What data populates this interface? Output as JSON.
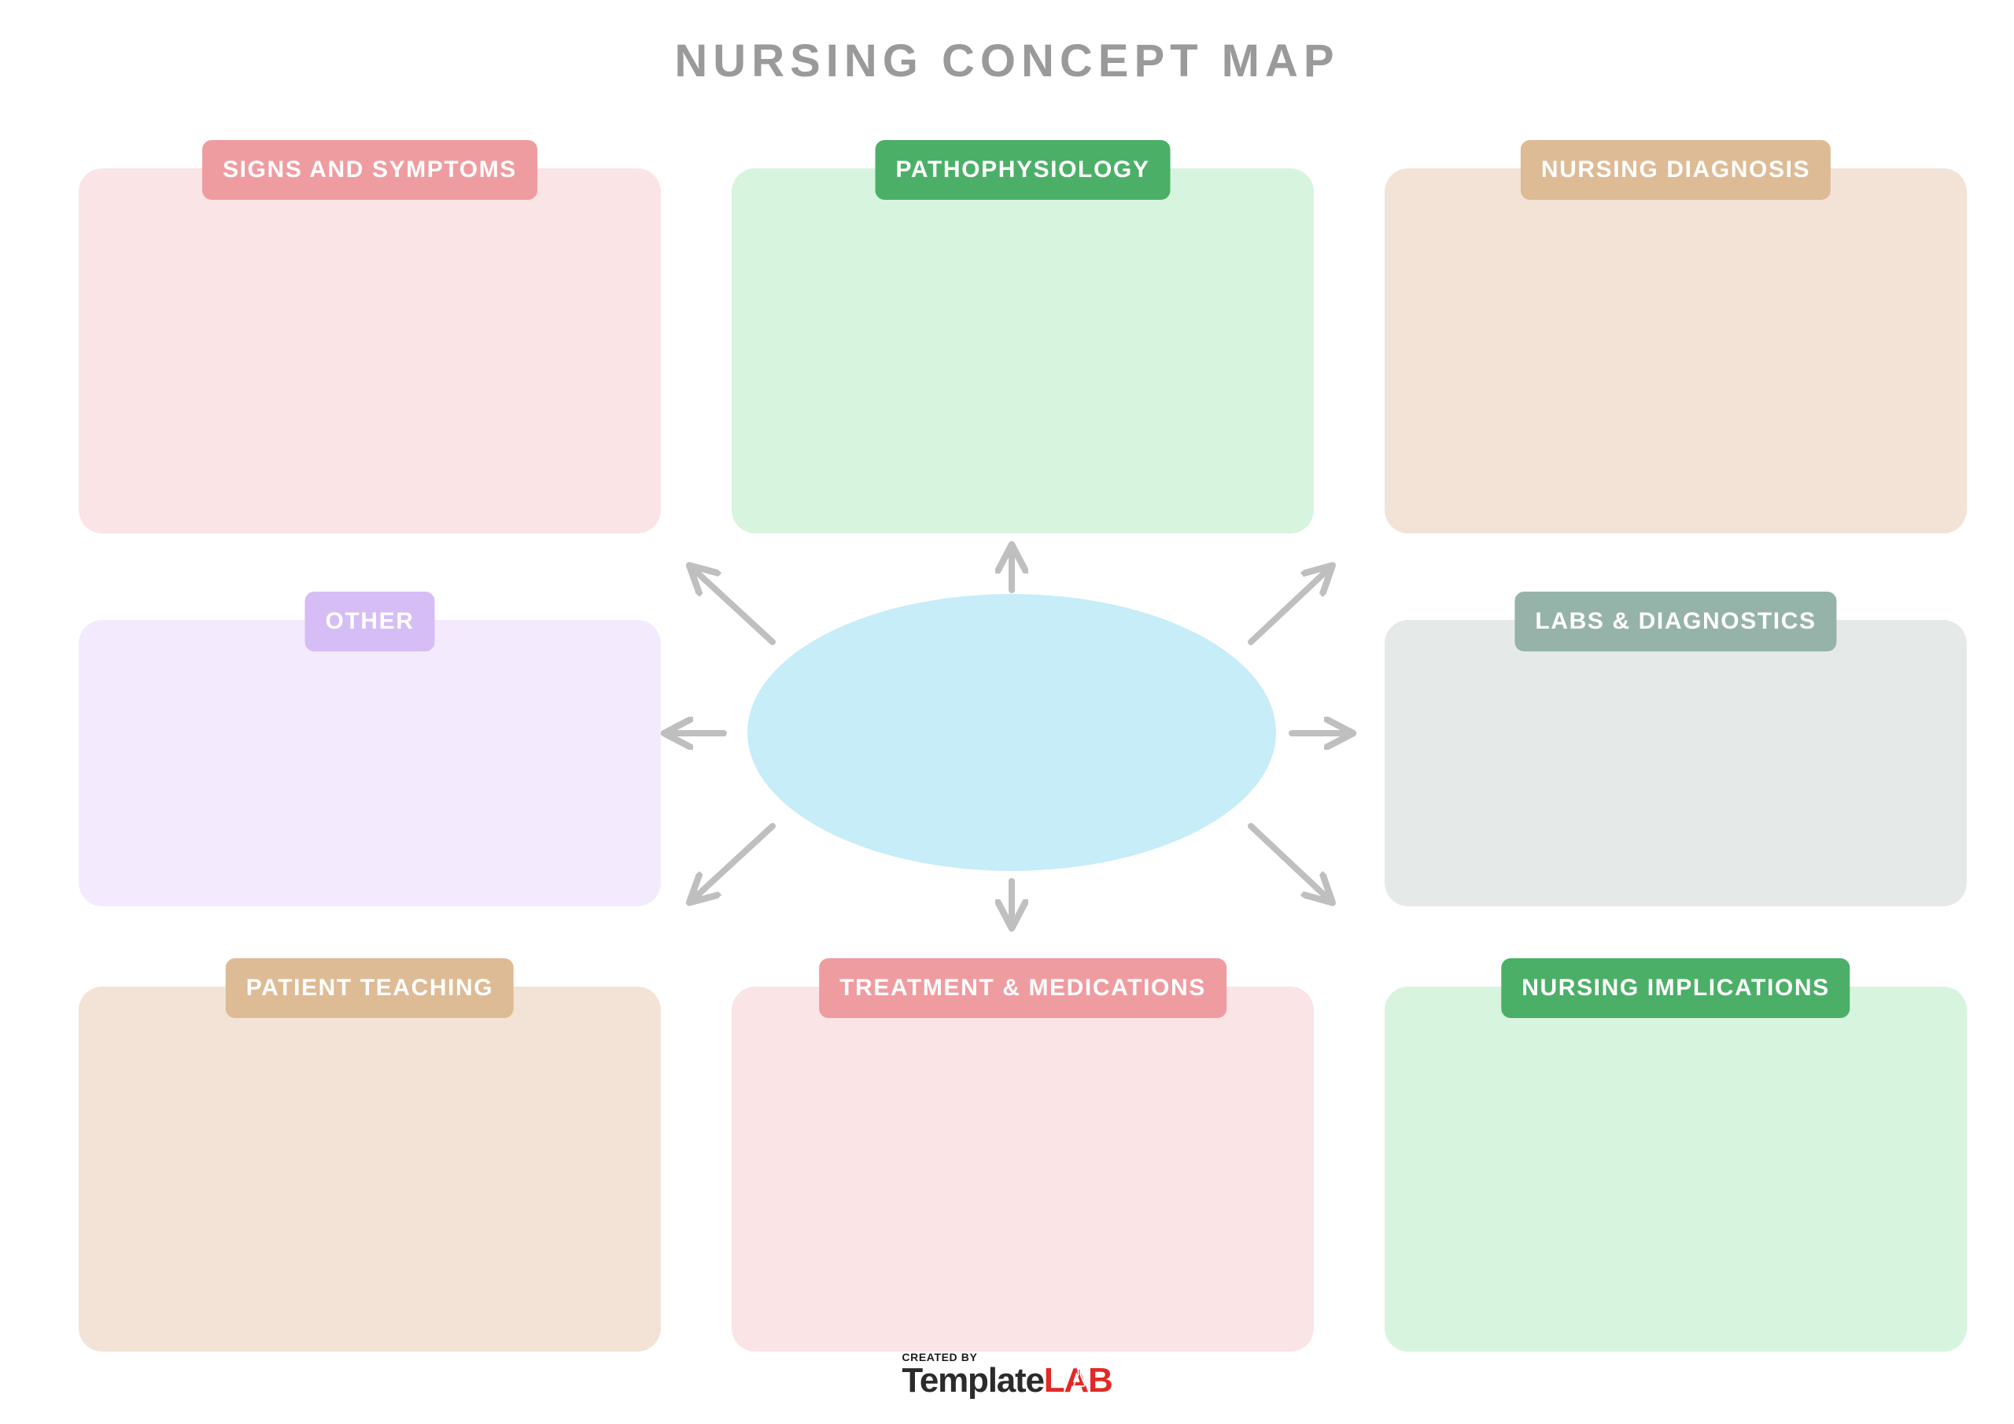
{
  "title": "NURSING CONCEPT MAP",
  "center": {
    "name": "central-topic-ellipse",
    "text": "",
    "fill": "#c6edf8"
  },
  "arrows": {
    "color": "#bfbfbf",
    "directions": [
      "up",
      "up-left",
      "up-right",
      "left",
      "right",
      "down-left",
      "down",
      "down-right"
    ]
  },
  "panels": [
    {
      "key": "signs-and-symptoms",
      "label": "SIGNS AND SYMPTOMS",
      "content": "",
      "tab_color": "#ef9ca0",
      "body_color": "#fbe4e6"
    },
    {
      "key": "pathophysiology",
      "label": "PATHOPHYSIOLOGY",
      "content": "",
      "tab_color": "#4caf68",
      "body_color": "#d7f4df"
    },
    {
      "key": "nursing-diagnosis",
      "label": "NURSING DIAGNOSIS",
      "content": "",
      "tab_color": "#ddbb95",
      "body_color": "#f2e3d6"
    },
    {
      "key": "other",
      "label": "OTHER",
      "content": "",
      "tab_color": "#d6bdf5",
      "body_color": "#f3ebfd"
    },
    {
      "key": "labs-and-diagnostics",
      "label": "LABS & DIAGNOSTICS",
      "content": "",
      "tab_color": "#96b3aa",
      "body_color": "#e5eae8"
    },
    {
      "key": "patient-teaching",
      "label": "PATIENT TEACHING",
      "content": "",
      "tab_color": "#ddbb95",
      "body_color": "#f2e3d6"
    },
    {
      "key": "treatment-and-medications",
      "label": "TREATMENT & MEDICATIONS",
      "content": "",
      "tab_color": "#ef9ca0",
      "body_color": "#fbe4e6"
    },
    {
      "key": "nursing-implications",
      "label": "NURSING IMPLICATIONS",
      "content": "",
      "tab_color": "#4caf68",
      "body_color": "#d7f4df"
    }
  ],
  "footer": {
    "created_by": "CREATED BY",
    "brand_first": "Template",
    "brand_second": "LAB"
  }
}
